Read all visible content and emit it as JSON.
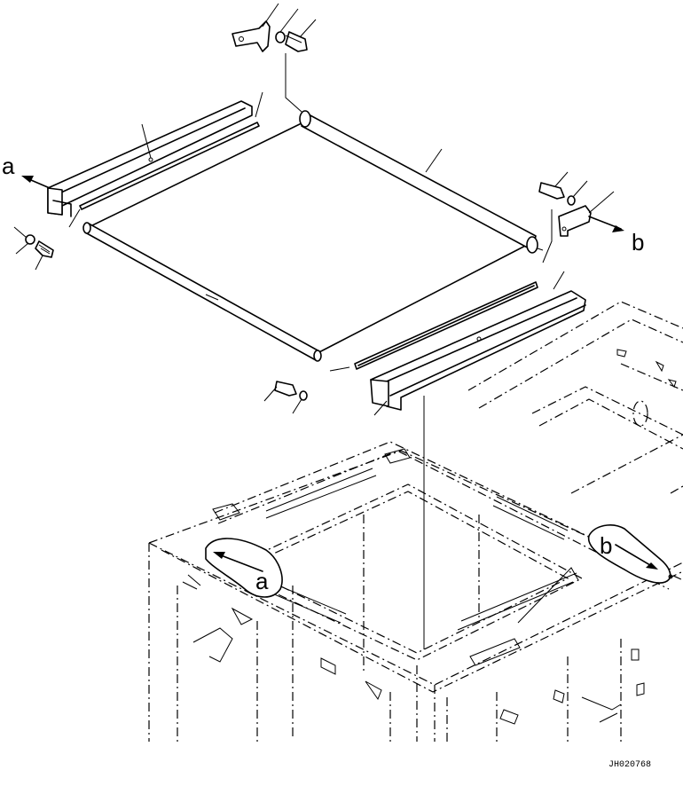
{
  "labels": {
    "arrow_a_top": "a",
    "arrow_b_top": "b",
    "arrow_a_cab": "a",
    "arrow_b_cab": "b"
  },
  "drawing_code": "JH020768"
}
